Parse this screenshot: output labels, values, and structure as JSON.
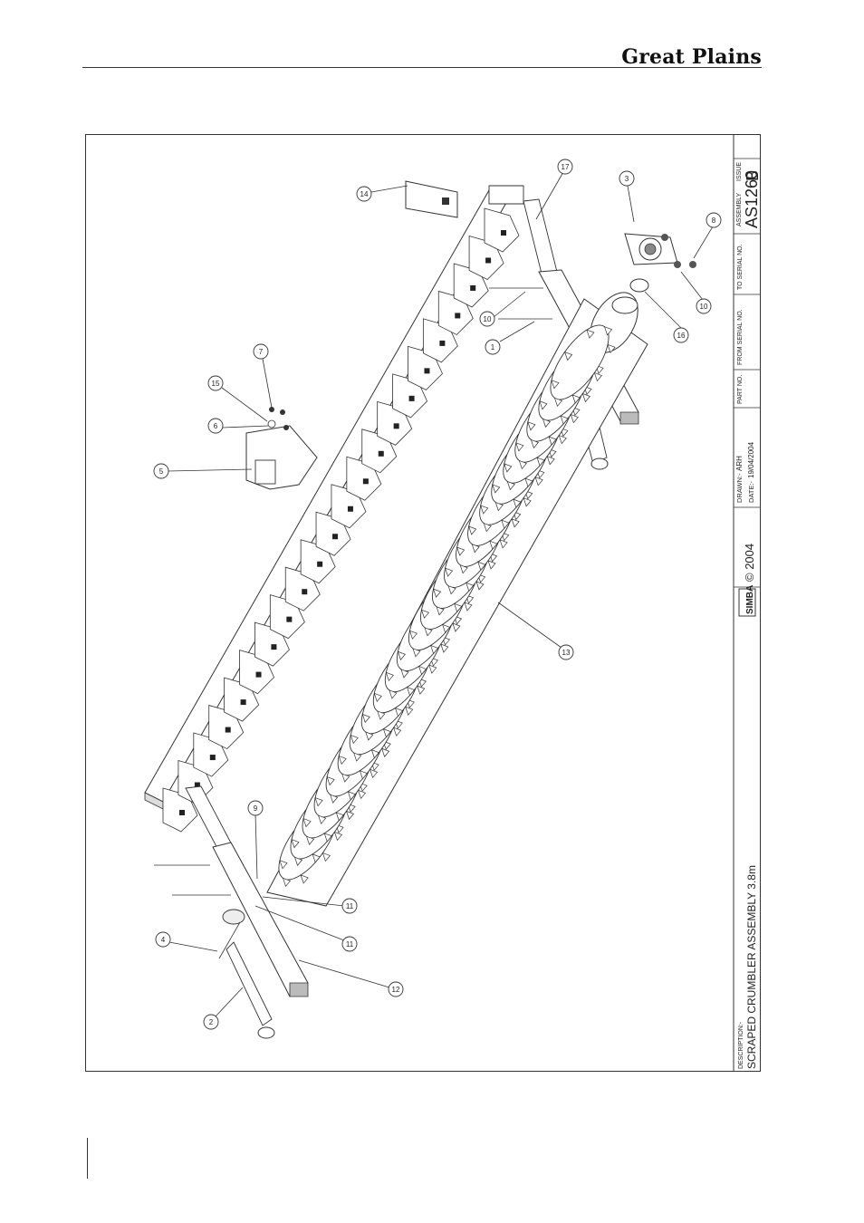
{
  "header": {
    "brand": "Great Plains"
  },
  "title_block": {
    "description_label": "DESCRIPTION:-",
    "description": "SCRAPED CRUMBLER ASSEMBLY 3.8m",
    "logo_text": "SIMBA",
    "copyright": "© 2004",
    "drawn_label": "DRAWN:-",
    "drawn_by": "ARH",
    "date_label": "DATE:-",
    "date": "19/04/2004",
    "part_no_label": "PART NO.",
    "from_serial_label": "FROM SERIAL NO.",
    "to_serial_label": "TO SERIAL NO.",
    "assembly_label": "ASSEMBLY",
    "assembly": "AS1260",
    "issue_label": "ISSUE",
    "issue": "B"
  },
  "callouts": [
    "1",
    "2",
    "3",
    "4",
    "5",
    "6",
    "7",
    "8",
    "9",
    "10",
    "10",
    "11",
    "11",
    "12",
    "13",
    "14",
    "15",
    "16",
    "17"
  ]
}
